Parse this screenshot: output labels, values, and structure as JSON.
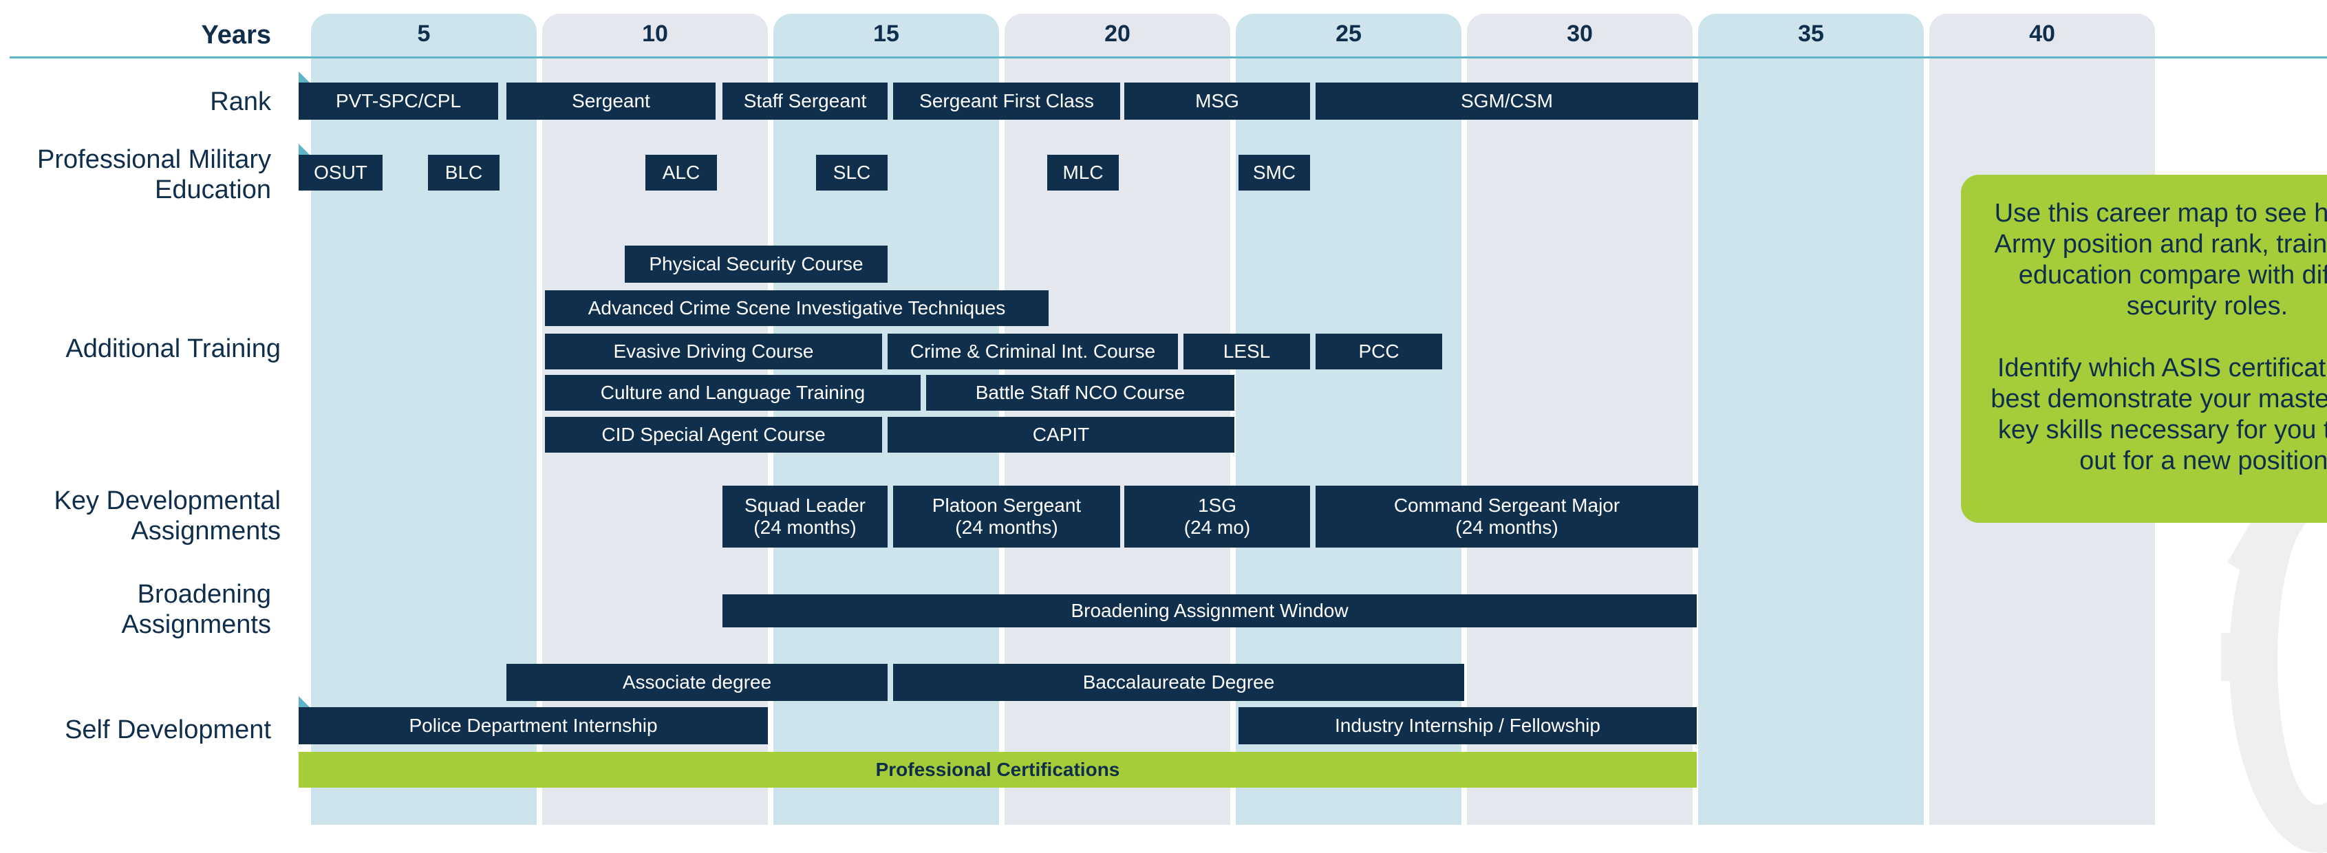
{
  "header": {
    "years_label": "Years",
    "years": [
      "5",
      "10",
      "15",
      "20",
      "25",
      "30",
      "35",
      "40"
    ]
  },
  "rows": {
    "rank": "Rank",
    "pme": "Professional Military Education",
    "additional_training": "Additional Training",
    "key_developmental": "Key Developmental Assignments",
    "broadening": "Broadening Assignments",
    "self_development": "Self Development"
  },
  "rank": [
    "PVT-SPC/CPL",
    "Sergeant",
    "Staff Sergeant",
    "Sergeant First Class",
    "MSG",
    "SGM/CSM"
  ],
  "pme": [
    "OSUT",
    "BLC",
    "ALC",
    "SLC",
    "MLC",
    "SMC"
  ],
  "additional_training": [
    "Physical Security Course",
    "Advanced Crime Scene Investigative Techniques",
    "Evasive Driving Course",
    "Crime & Criminal Int. Course",
    "LESL",
    "PCC",
    "Culture and Language Training",
    "Battle Staff NCO Course",
    "CID Special Agent Course",
    "CAPIT"
  ],
  "key_developmental": [
    {
      "title": "Squad Leader",
      "duration": "(24 months)"
    },
    {
      "title": "Platoon Sergeant",
      "duration": "(24 months)"
    },
    {
      "title": "1SG",
      "duration": "(24 mo)"
    },
    {
      "title": "Command Sergeant Major",
      "duration": "(24 months)"
    }
  ],
  "broadening": [
    "Broadening Assignment Window"
  ],
  "self_development": [
    "Associate degree",
    "Baccalaureate Degree",
    "Police Department Internship",
    "Industry Internship / Fellowship",
    "Professional Certifications"
  ],
  "callout": {
    "para1": "Use this career map to see how your Army position and rank, training, and education compare with different security roles.",
    "para2": "Identify which ASIS certifications will best demonstrate your mastery of the key skills necessary for you to stand out for a new position."
  },
  "colors": {
    "navy": "#102f4d",
    "teal_column": "#cde4ec",
    "grey_column": "#e5e7ef",
    "green": "#a5cd39",
    "rule": "#5fb4c8"
  }
}
